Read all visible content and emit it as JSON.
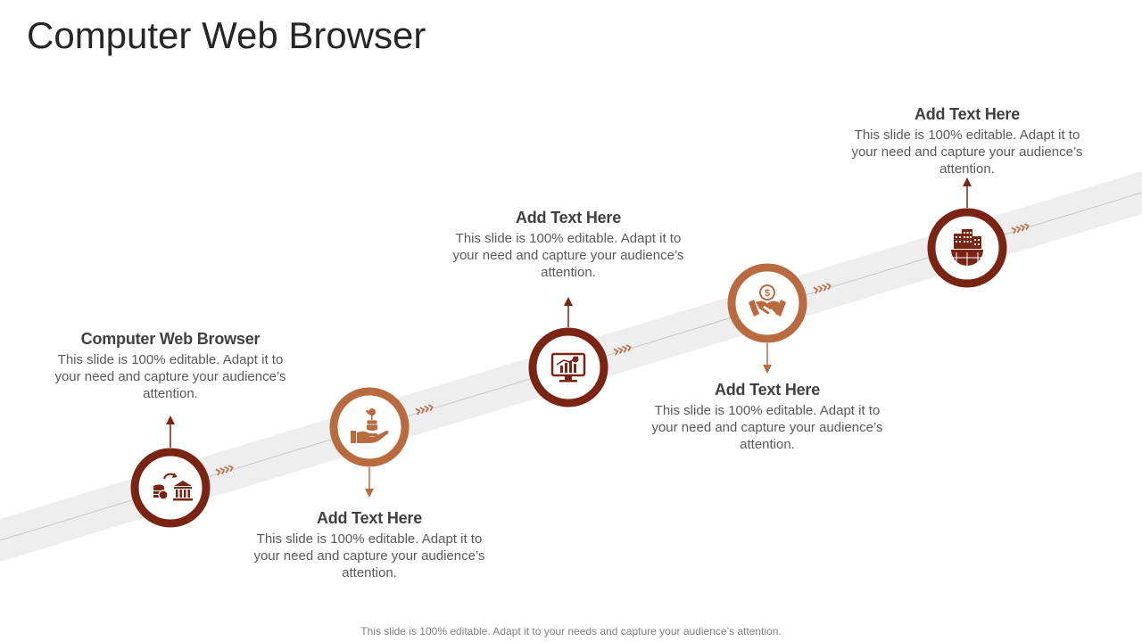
{
  "title": "Computer Web Browser",
  "colors": {
    "dark": "#7a2414",
    "light": "#b86b3f",
    "band": "#eeeeee",
    "line": "#c8c8c8"
  },
  "steps": [
    {
      "title": "Computer Web Browser",
      "desc": "This slide is 100% editable. Adapt it to your need and capture your audience’s attention.",
      "icon": "money-bank-icon"
    },
    {
      "title": "Add Text Here",
      "desc": "This slide is 100% editable. Adapt it to your need and capture your audience’s attention.",
      "icon": "hand-coins-icon"
    },
    {
      "title": "Add Text Here",
      "desc": "This slide is 100% editable. Adapt it to your need and capture your audience’s attention.",
      "icon": "monitor-chart-icon"
    },
    {
      "title": "Add Text Here",
      "desc": "This slide is 100% editable. Adapt it to your need and capture your audience’s attention.",
      "icon": "handshake-dollar-icon"
    },
    {
      "title": "Add Text Here",
      "desc": "This slide is 100% editable. Adapt it to your need and capture your audience’s attention.",
      "icon": "building-globe-icon"
    }
  ],
  "footer": "This slide is 100% editable. Adapt it to your needs and capture your audience’s attention."
}
